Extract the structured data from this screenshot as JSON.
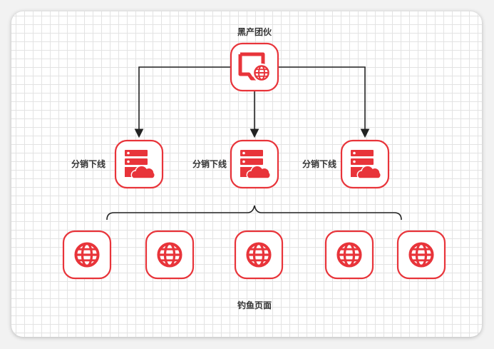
{
  "top_node": {
    "label": "黑产团伙",
    "icon": "computer-globe-icon"
  },
  "distribution_nodes": [
    {
      "label": "分销下线",
      "icon": "server-cloud-icon"
    },
    {
      "label": "分销下线",
      "icon": "server-cloud-icon"
    },
    {
      "label": "分销下线",
      "icon": "server-cloud-icon"
    }
  ],
  "phishing_pages": {
    "label": "钓鱼页面",
    "count": 5,
    "icon": "globe-icon"
  },
  "colors": {
    "accent": "#e8343a",
    "line": "#222222"
  }
}
